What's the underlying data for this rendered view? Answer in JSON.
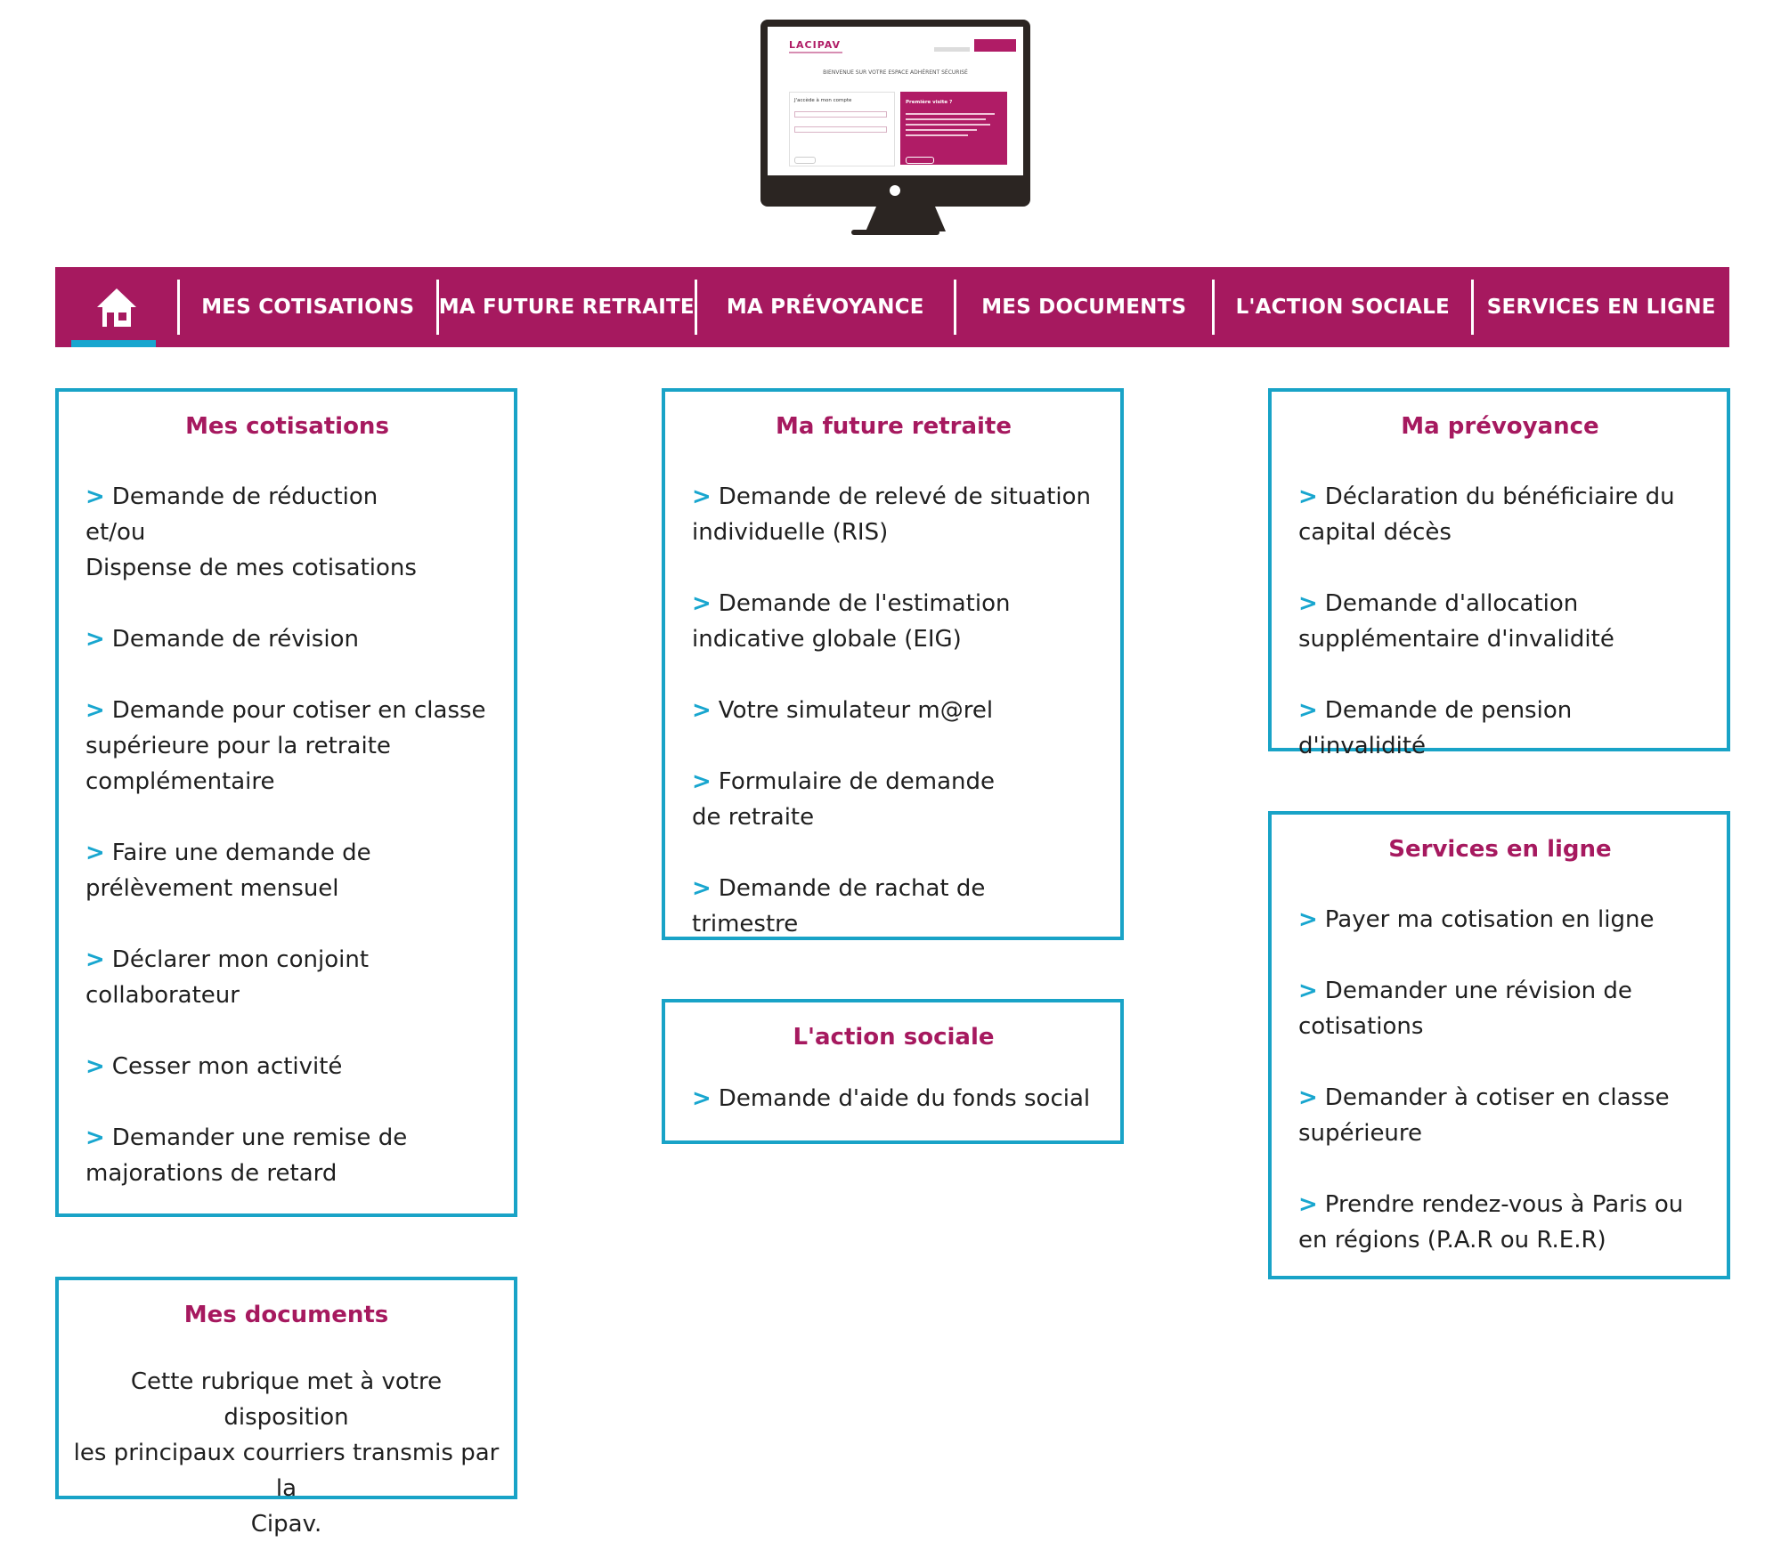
{
  "monitor": {
    "logo": "LACIPAV",
    "welcome": "BIENVENUE SUR VOTRE ESPACE ADHÉRENT SÉCURISÉ",
    "login_title": "J'accède à mon compte",
    "first_visit": "Première visite ?"
  },
  "nav": {
    "home_icon": "home-icon",
    "items": [
      "MES COTISATIONS",
      "MA FUTURE RETRAITE",
      "MA PRÉVOYANCE",
      "MES DOCUMENTS",
      "L'ACTION SOCIALE",
      "SERVICES EN LIGNE"
    ]
  },
  "colors": {
    "brand": "#a6195f",
    "accent": "#19a3c7"
  },
  "sections": {
    "cotisations": {
      "title": "Mes cotisations",
      "items": [
        [
          "Demande de réduction",
          "et/ou",
          "Dispense de mes cotisations"
        ],
        [
          "Demande de révision"
        ],
        [
          "Demande pour cotiser en classe",
          "supérieure pour la retraite",
          "complémentaire"
        ],
        [
          "Faire une demande de",
          "prélèvement mensuel"
        ],
        [
          "Déclarer mon conjoint",
          "collaborateur"
        ],
        [
          "Cesser mon activité"
        ],
        [
          "Demander une remise de",
          "majorations de retard"
        ]
      ]
    },
    "documents": {
      "title": "Mes documents",
      "text": [
        "Cette rubrique met à votre disposition",
        "les principaux courriers transmis par la",
        "Cipav."
      ]
    },
    "retraite": {
      "title": "Ma future retraite",
      "items": [
        [
          "Demande de relevé de situation",
          "individuelle (RIS)"
        ],
        [
          "Demande de l'estimation",
          "indicative globale (EIG)"
        ],
        [
          "Votre simulateur m@rel"
        ],
        [
          "Formulaire de demande",
          "de retraite"
        ],
        [
          "Demande de rachat de trimestre"
        ]
      ]
    },
    "sociale": {
      "title": "L'action sociale",
      "items": [
        [
          "Demande d'aide du fonds social"
        ]
      ]
    },
    "prevoyance": {
      "title": "Ma prévoyance",
      "items": [
        [
          "Déclaration du bénéficiaire du",
          "capital décès"
        ],
        [
          "Demande d'allocation",
          "supplémentaire d'invalidité"
        ],
        [
          "Demande de pension d'invalidité"
        ]
      ]
    },
    "services": {
      "title": "Services en ligne",
      "items": [
        [
          "Payer ma cotisation en ligne"
        ],
        [
          "Demander une révision de",
          "cotisations"
        ],
        [
          "Demander à cotiser en classe",
          "supérieure"
        ],
        [
          "Prendre rendez-vous à Paris ou",
          "en régions (P.A.R ou R.E.R)"
        ]
      ]
    }
  }
}
